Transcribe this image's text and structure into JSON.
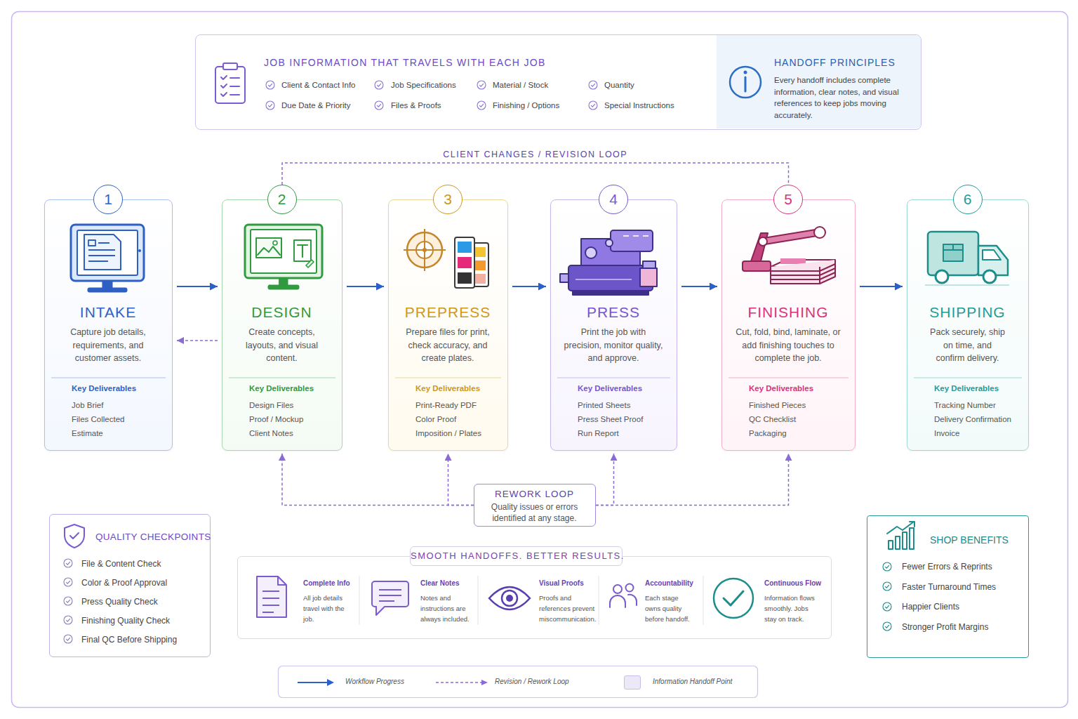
{
  "diagram": {
    "nodes": [
      {
        "text": [
          "JOB INFORMATION THAT TRAVELS WITH EACH JOB",
          "Client & Contact Info",
          "Job Specifications",
          "Material / Stock",
          "Quantity",
          "Due Date & Priority",
          "Files & Proofs",
          "Finishing / Options",
          "Special Instructions"
        ]
      },
      {
        "text": [
          "HANDOFF PRINCIPLES",
          "Every handoff includes complete information, clear notes, and visual references to keep jobs moving accurately."
        ],
        "in": 0
      },
      {
        "text": [
          "1",
          "INTAKE",
          "Capture job details, requirements, and customer assets.",
          "Key Deliverables",
          "Job Brief",
          "Files Collected",
          "Estimate"
        ]
      },
      {
        "text": [
          "2",
          "DESIGN",
          "Create concepts, layouts, and visual content.",
          "Key Deliverables",
          "Design Files",
          "Proof / Mockup",
          "Client Notes"
        ]
      },
      {
        "text": [
          "3",
          "PREPRESS",
          "Prepare files for print, check accuracy, and create plates.",
          "Key Deliverables",
          "Print-Ready PDF",
          "Color Proof",
          "Imposition / Plates"
        ]
      },
      {
        "text": [
          "4",
          "PRESS",
          "Print the job with precision, monitor quality, and approve.",
          "Key Deliverables",
          "Printed Sheets",
          "Press Sheet Proof",
          "Run Report"
        ]
      },
      {
        "text": [
          "5",
          "FINISHING",
          "Cut, fold, bind, laminate, or add finishing touches to complete the job.",
          "Key Deliverables",
          "Finished Pieces",
          "QC Checklist",
          "Packaging"
        ]
      },
      {
        "text": [
          "6",
          "SHIPPING",
          "Pack securely, ship on time, and confirm delivery.",
          "Key Deliverables",
          "Tracking Number",
          "Delivery Confirmation",
          "Invoice"
        ]
      },
      {
        "text": [
          "REWORK LOOP",
          "Quality issues or errors identified at any stage."
        ]
      },
      {
        "text": [
          "QUALITY CHECKPOINTS",
          "File & Content Check",
          "Color & Proof Approval",
          "Press Quality Check",
          "Finishing Quality Check",
          "Final QC Before Shipping"
        ]
      },
      {
        "text": [
          "SMOOTH HANDOFFS. BETTER RESULTS.",
          "Complete Info",
          "All job details travel with the job.",
          "Clear Notes",
          "Notes and instructions are always included.",
          "Visual Proofs",
          "Proofs and references prevent miscommunication.",
          "Accountability",
          "Each stage owns quality before handoff.",
          "Continuous Flow",
          "Information flows smoothly. Jobs stay on track."
        ]
      },
      {
        "text": [
          "SHOP BENEFITS",
          "Fewer Errors & Reprints",
          "Faster Turnaround Times",
          "Happier Clients",
          "Stronger Profit Margins"
        ]
      }
    ],
    "edges": [
      {
        "from": 2,
        "to": 3,
        "arrow": "to"
      },
      {
        "from": 3,
        "to": 4,
        "arrow": "to"
      },
      {
        "from": 4,
        "to": 5,
        "arrow": "to"
      },
      {
        "from": 5,
        "to": 6,
        "arrow": "to"
      },
      {
        "from": 6,
        "to": 7,
        "arrow": "to"
      },
      {
        "from": 3,
        "to": 2,
        "arrow": "to"
      },
      {
        "from": 3,
        "to": 6,
        "label": "CLIENT CHANGES / REVISION LOOP",
        "arrow": "none"
      },
      {
        "from": 8,
        "to": 3,
        "arrow": "to"
      },
      {
        "from": 8,
        "to": 4,
        "arrow": "to"
      },
      {
        "from": 8,
        "to": 5,
        "arrow": "to"
      },
      {
        "from": 8,
        "to": 6,
        "arrow": "to"
      }
    ],
    "legend": [
      {
        "text": "Workflow Progress"
      },
      {
        "text": "Revision / Rework Loop"
      },
      {
        "text": "Information Handoff Point",
        "color": "#ece8f8"
      }
    ]
  }
}
